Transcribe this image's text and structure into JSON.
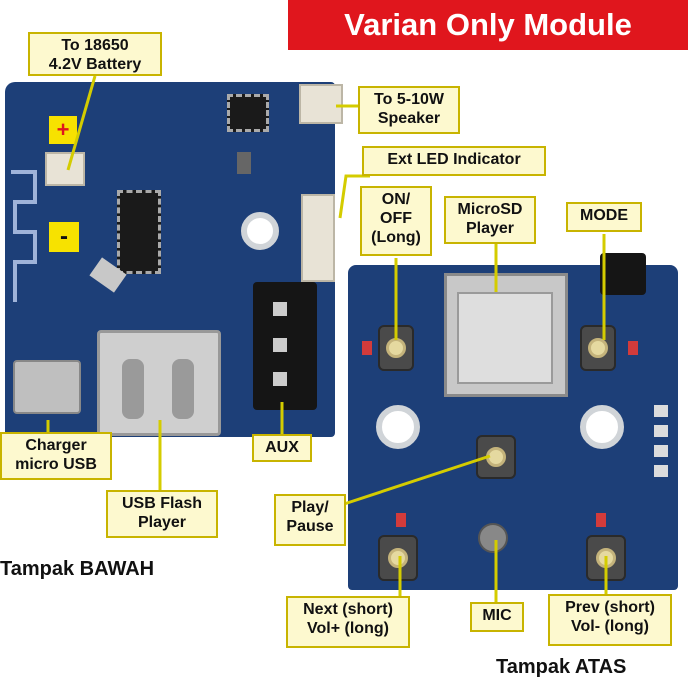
{
  "banner": {
    "title": "Varian Only Module"
  },
  "captions": {
    "bottom_view": "Tampak BAWAH",
    "top_view": "Tampak ATAS"
  },
  "labels": {
    "battery_line1": "To 18650",
    "battery_line2": "4.2V Battery",
    "speaker_line1": "To 5-10W",
    "speaker_line2": "Speaker",
    "led_indicator": "Ext LED Indicator",
    "onoff_line1": "ON/",
    "onoff_line2": "OFF",
    "onoff_line3": "(Long)",
    "microsd_line1": "MicroSD",
    "microsd_line2": "Player",
    "mode": "MODE",
    "charger_line1": "Charger",
    "charger_line2": "micro USB",
    "aux": "AUX",
    "usb_line1": "USB Flash",
    "usb_line2": "Player",
    "play_line1": "Play/",
    "play_line2": "Pause",
    "next_line1": "Next (short)",
    "next_line2": "Vol+ (long)",
    "mic": "MIC",
    "prev_line1": "Prev (short)",
    "prev_line2": "Vol- (long)"
  },
  "polarity": {
    "plus": "+",
    "minus": "-"
  },
  "colors": {
    "banner": "#e0161d",
    "pcb": "#1d3f78",
    "label_bg": "#fdf9cf",
    "label_border": "#c8b400",
    "leader_line": "#d4cc00"
  }
}
